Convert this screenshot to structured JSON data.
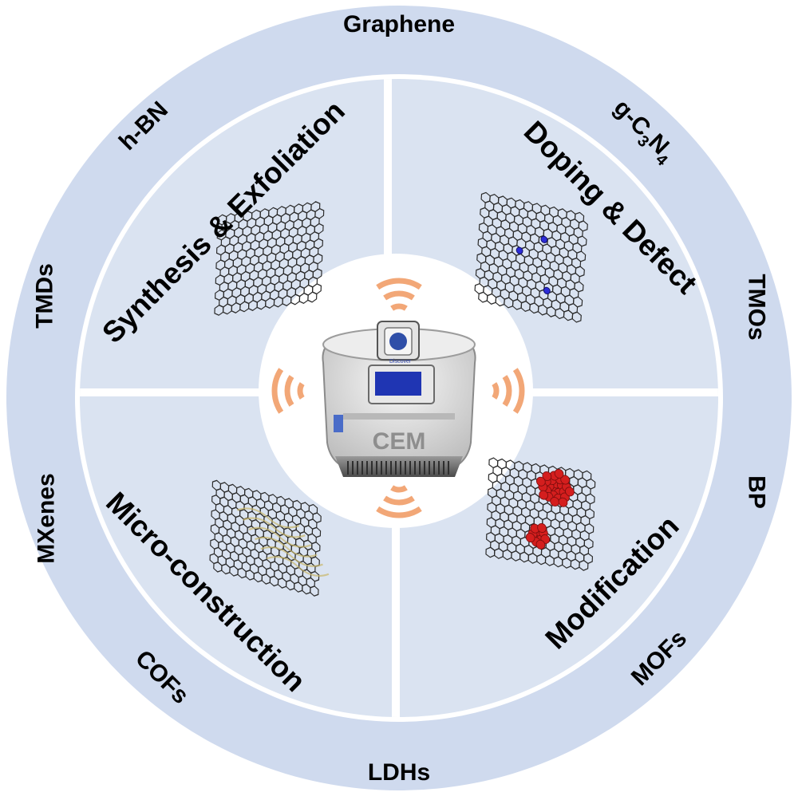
{
  "materials": {
    "graphene": "Graphene",
    "g_c3n4": {
      "base": "g-C",
      "sub1": "3",
      "mid": "N",
      "sub2": "4"
    },
    "tmos": "TMOs",
    "bp": "BP",
    "mofs": "MOFs",
    "ldhs": "LDHs",
    "cofs": "COFs",
    "mxenes": "MXenes",
    "tmds": "TMDs",
    "h_bn": "h-BN"
  },
  "quadrants": {
    "top_left": "Synthesis & Exfoliation",
    "top_right": "Doping & Defect",
    "bottom_left": "Micro-construction",
    "bottom_right": "Modification"
  },
  "device": {
    "brand": "CEM",
    "model": "Discover"
  },
  "colors": {
    "ring": "#cfdaee",
    "quadrant": "#dae3f1",
    "divider": "#ffffff",
    "wave": "#f2a777",
    "lattice": "#2a2a2a",
    "dopant": "#2c2cd8",
    "nanoparticle": "#d41e1e"
  }
}
